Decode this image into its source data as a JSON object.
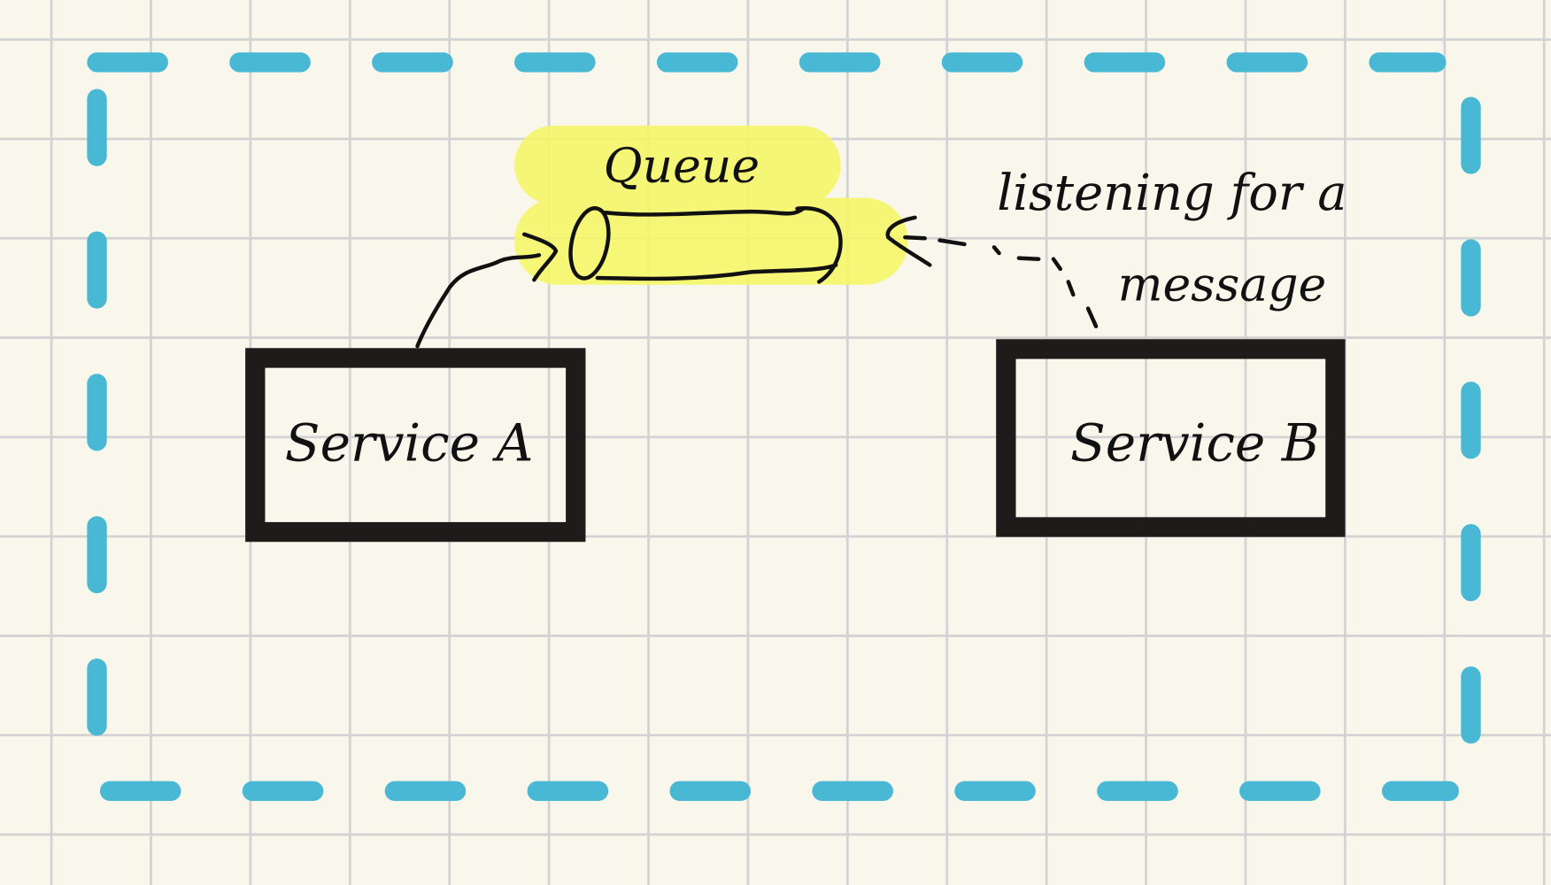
{
  "colors": {
    "paper": "#f9f7ec",
    "grid": "#d3d3d3",
    "boundary": "#48b8d4",
    "highlight": "#f5f56a",
    "ink": "#1e1b1a"
  },
  "labels": {
    "queue": "Queue",
    "listening_line1": "listening for a",
    "listening_line2": "message",
    "service_a": "Service A",
    "service_b": "Service B"
  }
}
